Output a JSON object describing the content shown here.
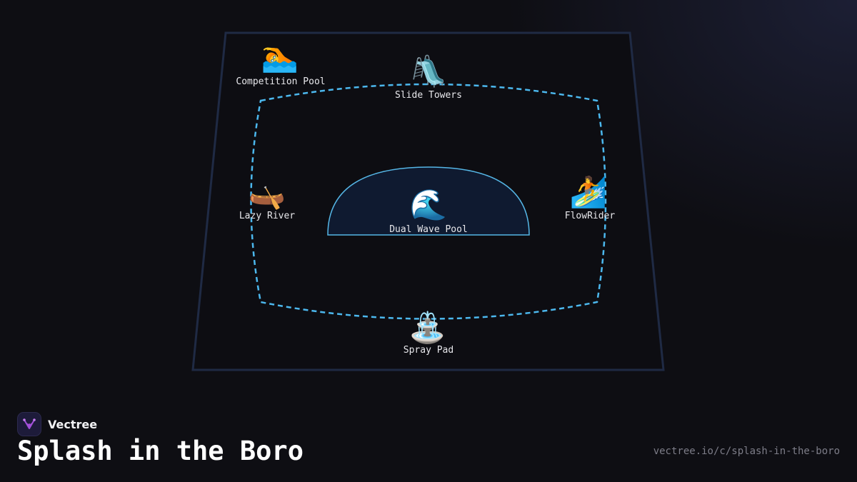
{
  "brand": {
    "name": "Vectree",
    "logo_icon": "tree-branch-icon",
    "logo_color": "#a14fd8"
  },
  "page": {
    "title": "Splash in the Boro",
    "url": "vectree.io/c/splash-in-the-boro"
  },
  "diagram": {
    "colors": {
      "frame_stroke": "#1f2a44",
      "loop_stroke": "#4cb8ee",
      "wave_pool_fill": "#0f1a30",
      "wave_pool_stroke": "#55b6e6",
      "label_text": "#e8e8ec"
    },
    "features": [
      {
        "id": "competition-pool",
        "label": "Competition Pool",
        "icon_name": "swimmer-icon",
        "icon_glyph": "🏊"
      },
      {
        "id": "slide-towers",
        "label": "Slide Towers",
        "icon_name": "water-slide-icon",
        "icon_glyph": "🛝"
      },
      {
        "id": "lazy-river",
        "label": "Lazy River",
        "icon_name": "canoe-icon",
        "icon_glyph": "🛶"
      },
      {
        "id": "dual-wave-pool",
        "label": "Dual Wave Pool",
        "icon_name": "wave-icon",
        "icon_glyph": "🌊"
      },
      {
        "id": "flowrider",
        "label": "FlowRider",
        "icon_name": "surfer-icon",
        "icon_glyph": "🏄"
      },
      {
        "id": "spray-pad",
        "label": "Spray Pad",
        "icon_name": "fountain-icon",
        "icon_glyph": "⛲"
      }
    ]
  }
}
